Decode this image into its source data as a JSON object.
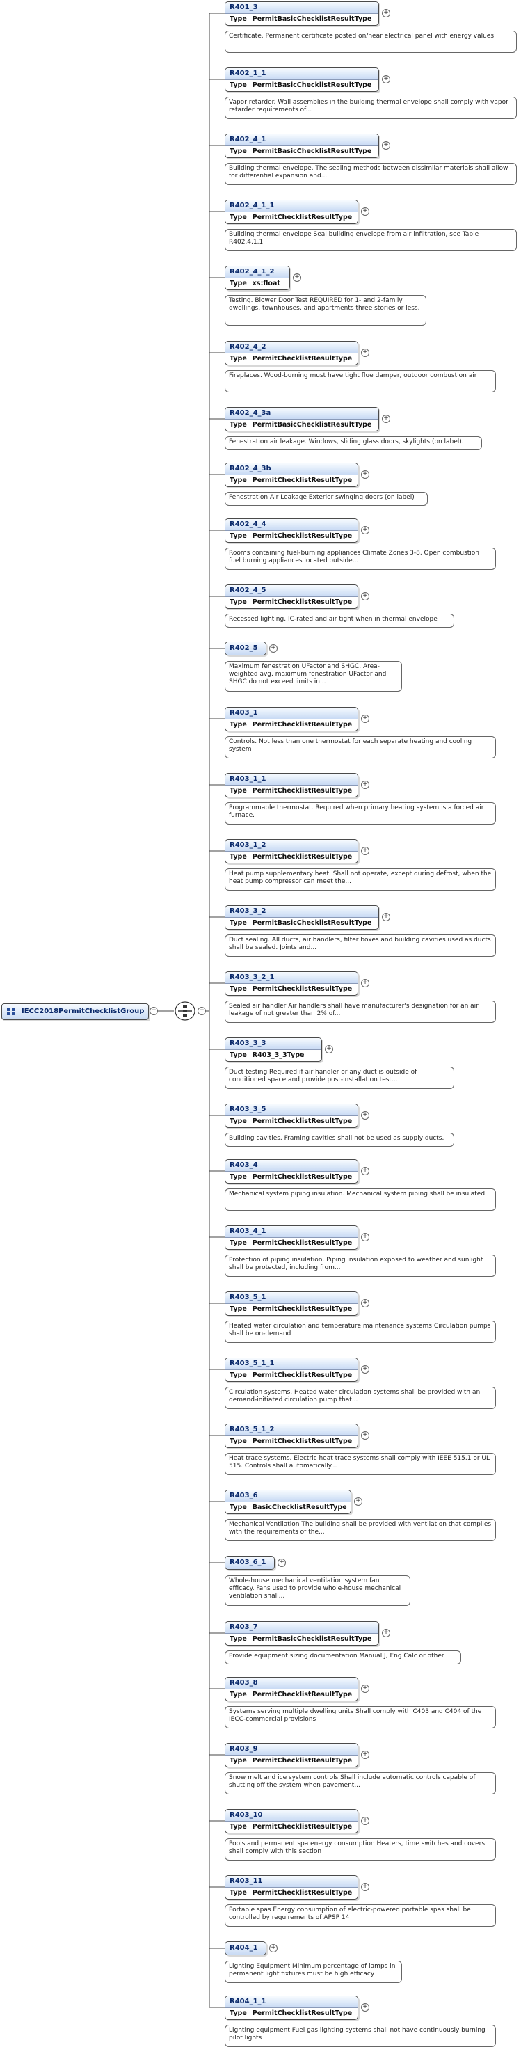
{
  "root": {
    "name": "IECC2018PermitChecklistGroup",
    "icon": "element-group-icon",
    "compositor": "sequence-compositor-icon"
  },
  "labels": {
    "type": "Type",
    "expand": "+"
  },
  "items": [
    {
      "name": "R401_3",
      "type": "PermitBasicChecklistResultType",
      "doc": "Certificate. Permanent certificate posted on/near electrical panel with energy values"
    },
    {
      "name": "R402_1_1",
      "type": "PermitBasicChecklistResultType",
      "doc": "Vapor retarder. Wall assemblies in the building thermal envelope shall comply with vapor retarder requirements of..."
    },
    {
      "name": "R402_4_1",
      "type": "PermitBasicChecklistResultType",
      "doc": "Building thermal envelope. The sealing methods between dissimilar materials shall allow for differential expansion and..."
    },
    {
      "name": "R402_4_1_1",
      "type": "PermitChecklistResultType",
      "doc": "Building thermal envelope Seal building envelope from air infiltration, see Table R402.4.1.1"
    },
    {
      "name": "R402_4_1_2",
      "type": "xs:float",
      "doc": "Testing. Blower Door Test REQUIRED for 1- and 2-family dwellings, townhouses, and apartments three stories or less."
    },
    {
      "name": "R402_4_2",
      "type": "PermitChecklistResultType",
      "doc": "Fireplaces. Wood-burning must have tight flue damper, outdoor combustion air"
    },
    {
      "name": "R402_4_3a",
      "type": "PermitBasicChecklistResultType",
      "doc": "Fenestration air leakage. Windows, sliding glass doors, skylights (on label)."
    },
    {
      "name": "R402_4_3b",
      "type": "PermitChecklistResultType",
      "doc": "Fenestration Air Leakage Exterior swinging doors (on label)"
    },
    {
      "name": "R402_4_4",
      "type": "PermitChecklistResultType",
      "doc": "Rooms containing fuel-burning appliances Climate Zones 3-8. Open combustion fuel burning appliances located outside..."
    },
    {
      "name": "R402_4_5",
      "type": "PermitChecklistResultType",
      "doc": "Recessed lighting. IC-rated and air tight when in thermal envelope"
    },
    {
      "name": "R402_5",
      "type": "",
      "doc": "Maximum fenestration UFactor and SHGC. Area-weighted avg. maximum fenestration UFactor and SHGC do not exceed limits in..."
    },
    {
      "name": "R403_1",
      "type": "PermitChecklistResultType",
      "doc": "Controls. Not less than one thermostat for each separate heating and cooling system"
    },
    {
      "name": "R403_1_1",
      "type": "PermitChecklistResultType",
      "doc": "Programmable thermostat. Required when primary heating system is a forced air furnace."
    },
    {
      "name": "R403_1_2",
      "type": "PermitChecklistResultType",
      "doc": "Heat pump supplementary heat. Shall not operate, except during defrost, when the heat pump compressor can meet the..."
    },
    {
      "name": "R403_3_2",
      "type": "PermitBasicChecklistResultType",
      "doc": "Duct sealing. All ducts, air handlers, filter boxes and building cavities used as ducts shall be sealed. Joints and..."
    },
    {
      "name": "R403_3_2_1",
      "type": "PermitChecklistResultType",
      "doc": "Sealed air handler Air handlers shall have manufacturer's designation for an air leakage of not greater than 2% of..."
    },
    {
      "name": "R403_3_3",
      "type": "R403_3_3Type",
      "doc": "Duct testing Required if air handler or any duct is outside of conditioned space and provide post-installation test..."
    },
    {
      "name": "R403_3_5",
      "type": "PermitChecklistResultType",
      "doc": "Building cavities. Framing cavities shall not be used as supply ducts."
    },
    {
      "name": "R403_4",
      "type": "PermitChecklistResultType",
      "doc": "Mechanical system piping insulation. Mechanical system piping shall be insulated"
    },
    {
      "name": "R403_4_1",
      "type": "PermitChecklistResultType",
      "doc": "Protection of piping insulation. Piping insulation exposed to weather and sunlight shall be protected, including from..."
    },
    {
      "name": "R403_5_1",
      "type": "PermitChecklistResultType",
      "doc": "Heated water circulation and temperature maintenance systems Circulation pumps shall be on-demand"
    },
    {
      "name": "R403_5_1_1",
      "type": "PermitChecklistResultType",
      "doc": "Circulation systems. Heated water circulation systems shall be provided with an demand-initiated circulation pump that..."
    },
    {
      "name": "R403_5_1_2",
      "type": "PermitChecklistResultType",
      "doc": "Heat trace systems. Electric heat trace systems shall comply with IEEE 515.1 or UL 515. Controls shall automatically..."
    },
    {
      "name": "R403_6",
      "type": "BasicChecklistResultType",
      "doc": "Mechanical Ventilation The building shall be provided with ventilation that complies with the requirements of the..."
    },
    {
      "name": "R403_6_1",
      "type": "",
      "doc": "Whole-house mechanical ventilation system fan efficacy. Fans used to provide whole-house mechanical ventilation shall..."
    },
    {
      "name": "R403_7",
      "type": "PermitBasicChecklistResultType",
      "doc": "Provide equipment sizing documentation Manual J, Eng Calc or other"
    },
    {
      "name": "R403_8",
      "type": "PermitChecklistResultType",
      "doc": "Systems serving multiple dwelling units Shall comply with C403 and C404 of the IECC-commercial provisions"
    },
    {
      "name": "R403_9",
      "type": "PermitChecklistResultType",
      "doc": "Snow melt and ice system controls Shall include automatic controls capable of shutting off the system when pavement..."
    },
    {
      "name": "R403_10",
      "type": "PermitChecklistResultType",
      "doc": "Pools and permanent spa energy consumption Heaters, time switches and covers shall comply with this section"
    },
    {
      "name": "R403_11",
      "type": "PermitChecklistResultType",
      "doc": "Portable spas Energy consumption of electric-powered portable spas shall be controlled by requirements of APSP 14"
    },
    {
      "name": "R404_1",
      "type": "",
      "doc": "Lighting Equipment Minimum percentage of lamps in permanent light fixtures must be high efficacy"
    },
    {
      "name": "R404_1_1",
      "type": "PermitChecklistResultType",
      "doc": "Lighting equipment Fuel gas lighting systems shall not have continuously burning pilot lights"
    }
  ]
}
